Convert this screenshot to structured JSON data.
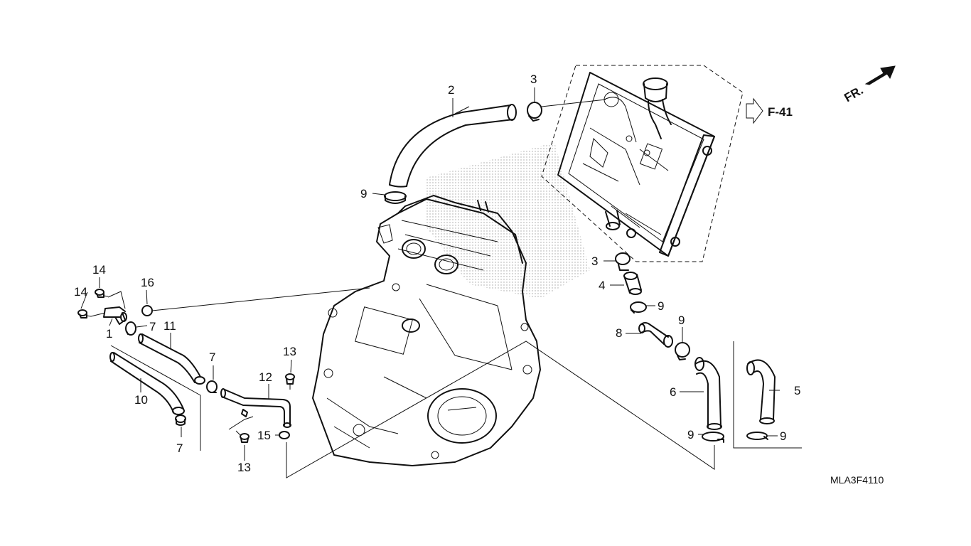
{
  "diagram": {
    "reference_code": "MLA3F4110",
    "front_indicator": "FR.",
    "section_reference": "F-41",
    "callouts": [
      {
        "id": "c1",
        "text": "1"
      },
      {
        "id": "c2",
        "text": "2"
      },
      {
        "id": "c3a",
        "text": "3"
      },
      {
        "id": "c3b",
        "text": "3"
      },
      {
        "id": "c4",
        "text": "4"
      },
      {
        "id": "c5",
        "text": "5"
      },
      {
        "id": "c6",
        "text": "6"
      },
      {
        "id": "c7a",
        "text": "7"
      },
      {
        "id": "c7b",
        "text": "7"
      },
      {
        "id": "c7c",
        "text": "7"
      },
      {
        "id": "c8",
        "text": "8"
      },
      {
        "id": "c9a",
        "text": "9"
      },
      {
        "id": "c9b",
        "text": "9"
      },
      {
        "id": "c9c",
        "text": "9"
      },
      {
        "id": "c9d",
        "text": "9"
      },
      {
        "id": "c9e",
        "text": "9"
      },
      {
        "id": "c10",
        "text": "10"
      },
      {
        "id": "c11",
        "text": "11"
      },
      {
        "id": "c12",
        "text": "12"
      },
      {
        "id": "c13a",
        "text": "13"
      },
      {
        "id": "c13b",
        "text": "13"
      },
      {
        "id": "c14a",
        "text": "14"
      },
      {
        "id": "c14b",
        "text": "14"
      },
      {
        "id": "c15",
        "text": "15"
      },
      {
        "id": "c16",
        "text": "16"
      }
    ]
  }
}
